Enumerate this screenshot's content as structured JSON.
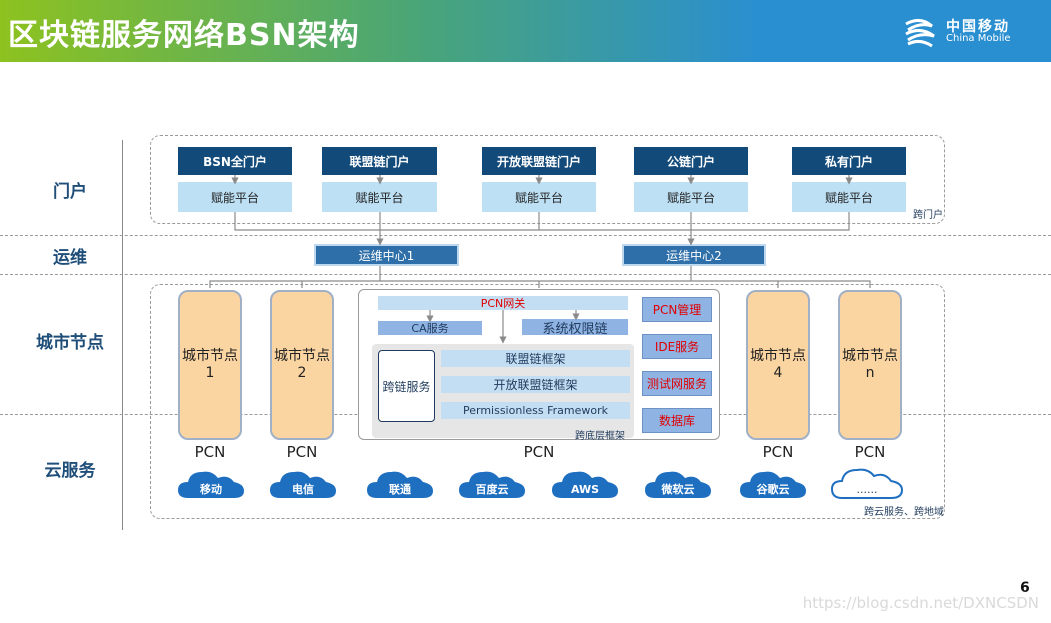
{
  "title": "区块链服务网络BSN架构",
  "logo": {
    "cn": "中国移动",
    "en": "China Mobile"
  },
  "rows": {
    "portal": "门户",
    "ops": "运维",
    "city": "城市节点",
    "cloud": "云服务"
  },
  "portals": [
    {
      "name": "BSN全门户",
      "platform": "赋能平台"
    },
    {
      "name": "联盟链门户",
      "platform": "赋能平台"
    },
    {
      "name": "开放联盟链门户",
      "platform": "赋能平台"
    },
    {
      "name": "公链门户",
      "platform": "赋能平台"
    },
    {
      "name": "私有门户",
      "platform": "赋能平台"
    }
  ],
  "cross_portal": "跨门户",
  "ops_centers": [
    "运维中心1",
    "运维中心2"
  ],
  "city_nodes": [
    {
      "line1": "城市节点",
      "line2": "1"
    },
    {
      "line1": "城市节点",
      "line2": "2"
    },
    {
      "line1": "城市节点",
      "line2": "4"
    },
    {
      "line1": "城市节点",
      "line2": "n"
    }
  ],
  "center": {
    "gateway": "PCN网关",
    "ca": "CA服务",
    "permission_chain": "系统权限链",
    "cross_chain": "跨链服务",
    "frameworks": [
      "联盟链框架",
      "开放联盟链框架",
      "Permissionless Framework"
    ],
    "cross_layer": "跨底层框架",
    "services": [
      "PCN管理",
      "IDE服务",
      "测试网服务",
      "数据库"
    ]
  },
  "pcn_label": "PCN",
  "clouds": [
    "移动",
    "电信",
    "联通",
    "百度云",
    "AWS",
    "微软云",
    "谷歌云",
    "......"
  ],
  "cross_cloud": "跨云服务、跨地域",
  "page_number": "6",
  "watermark": "https://blog.csdn.net/DXNCSDN",
  "colors": {
    "portal": "#124a7a",
    "platform": "#bde0f5",
    "ops": "#2f6fa9",
    "city_node": "#fbd5a1",
    "cloud": "#1f6fc1",
    "service_text": "#e00000"
  }
}
